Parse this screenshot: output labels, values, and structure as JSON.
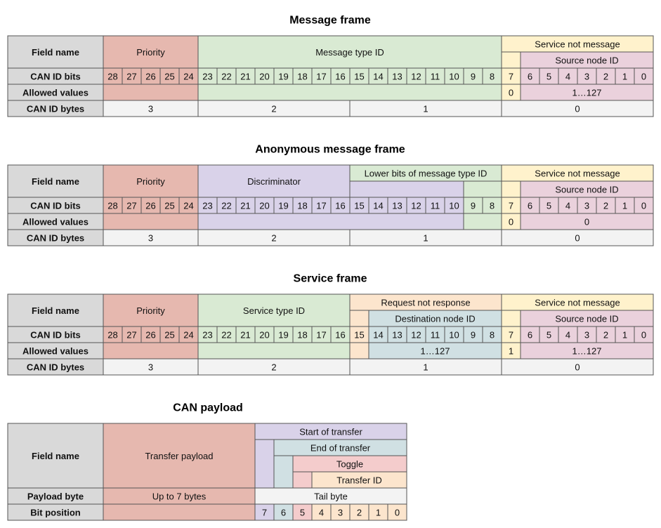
{
  "colors": {
    "header": "#d9d9d9",
    "priority": "#e6b8af",
    "message_type": "#d9ead3",
    "service_flag": "#fff2cc",
    "node_id": "#ead1dc",
    "neutral": "#f3f3f3",
    "discriminator": "#d9d2e9",
    "request_flag": "#fce5cd",
    "dest_node": "#d0e0e3",
    "border": "#555555",
    "text": "#111111"
  },
  "row_labels": {
    "field_name": "Field name",
    "can_id_bits": "CAN ID bits",
    "allowed_values": "Allowed values",
    "can_id_bytes": "CAN ID bytes",
    "payload_byte": "Payload byte",
    "bit_position": "Bit position"
  },
  "bits": [
    "28",
    "27",
    "26",
    "25",
    "24",
    "23",
    "22",
    "21",
    "20",
    "19",
    "18",
    "17",
    "16",
    "15",
    "14",
    "13",
    "12",
    "11",
    "10",
    "9",
    "8",
    "7",
    "6",
    "5",
    "4",
    "3",
    "2",
    "1",
    "0"
  ],
  "bytes": [
    "3",
    "2",
    "1",
    "0"
  ],
  "message_frame": {
    "title": "Message frame",
    "priority": "Priority",
    "message_type_id": "Message type ID",
    "service_not_message": "Service not message",
    "source_node_id": "Source node ID",
    "snm_value": "0",
    "node_range": "1…127"
  },
  "anonymous_frame": {
    "title": "Anonymous message frame",
    "priority": "Priority",
    "discriminator": "Discriminator",
    "lower_bits": "Lower bits of message type ID",
    "service_not_message": "Service not message",
    "source_node_id": "Source node ID",
    "snm_value": "0",
    "node_value": "0"
  },
  "service_frame": {
    "title": "Service frame",
    "priority": "Priority",
    "service_type_id": "Service type ID",
    "request_not_response": "Request not response",
    "destination_node_id": "Destination node ID",
    "service_not_message": "Service not message",
    "source_node_id": "Source node ID",
    "dest_range": "1…127",
    "snm_value": "1",
    "node_range": "1…127"
  },
  "payload": {
    "title": "CAN payload",
    "transfer_payload": "Transfer payload",
    "start_of_transfer": "Start of transfer",
    "end_of_transfer": "End of transfer",
    "toggle": "Toggle",
    "transfer_id": "Transfer ID",
    "up_to_7_bytes": "Up to 7 bytes",
    "tail_byte": "Tail byte",
    "bit_positions": [
      "7",
      "6",
      "5",
      "4",
      "3",
      "2",
      "1",
      "0"
    ]
  }
}
